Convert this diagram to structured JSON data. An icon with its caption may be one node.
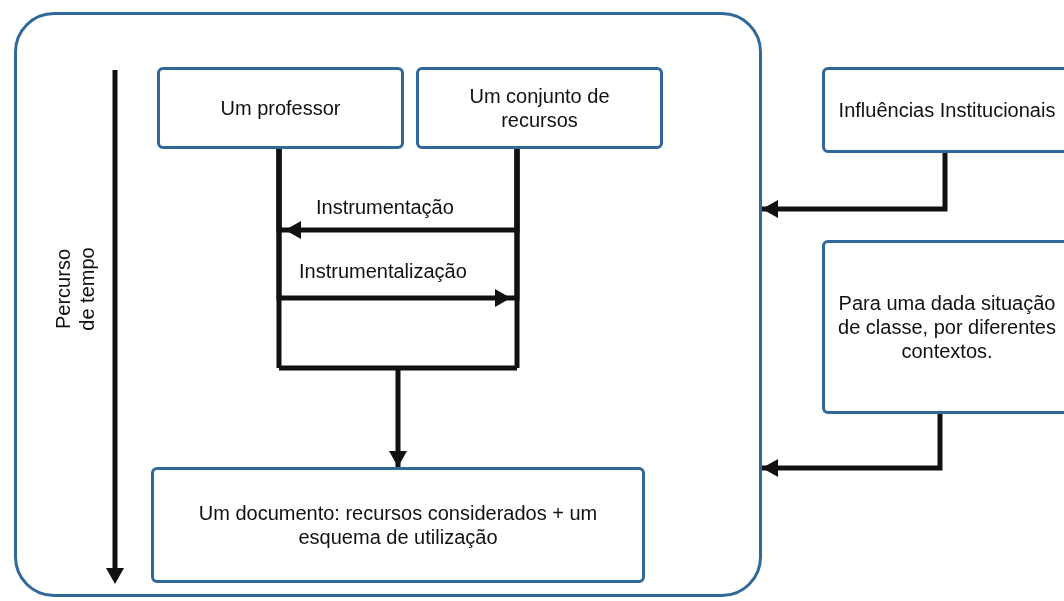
{
  "diagram": {
    "nodes": [
      {
        "text": [],
        "shape": "box"
      },
      {
        "text": [
          "Um professor"
        ],
        "in": 0
      },
      {
        "text": [
          "Um conjunto de recursos"
        ],
        "in": 0
      },
      {
        "text": [
          "Um documento: recursos considerados + um esquema de utilização"
        ],
        "in": 0
      },
      {
        "text": [
          "Influências Institucionais"
        ]
      },
      {
        "text": [
          "Para uma dada situação de classe, por diferentes contextos."
        ]
      }
    ],
    "edges": [
      {
        "from": 2,
        "to": 1,
        "arrow": "to",
        "label": "Instrumentação"
      },
      {
        "from": 1,
        "to": 2,
        "arrow": "to",
        "label": "Instrumentalização"
      },
      {
        "from": 1,
        "to": 3,
        "arrow": "to"
      },
      {
        "from": 2,
        "to": 3,
        "arrow": "to"
      },
      {
        "from": 4,
        "to": 0,
        "arrow": "to"
      },
      {
        "from": 5,
        "to": 0,
        "arrow": "to"
      }
    ],
    "labels": [
      "Percurso de tempo"
    ]
  }
}
